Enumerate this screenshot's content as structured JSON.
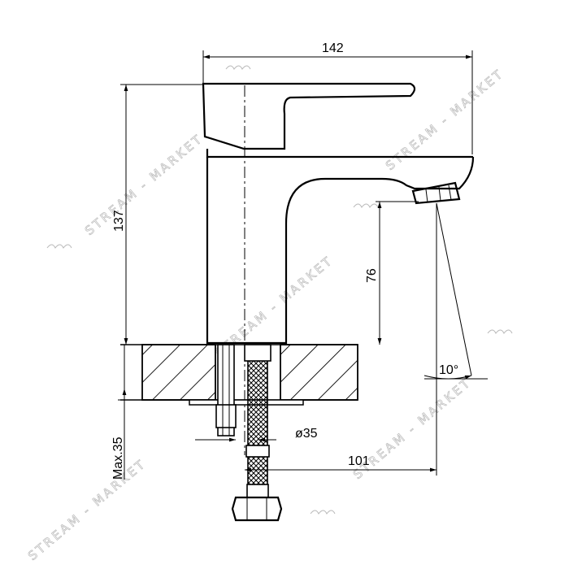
{
  "dimensions": {
    "width_total": "142",
    "height_total": "137",
    "spout_height": "76",
    "max_thickness": "Max.35",
    "hole_diameter": "ø35",
    "spout_reach": "101",
    "spout_angle": "10°"
  },
  "watermark": {
    "text": "STREAM - MARKET"
  },
  "colors": {
    "line": "#000000",
    "watermark": "#b9b9b9",
    "background": "#ffffff"
  }
}
